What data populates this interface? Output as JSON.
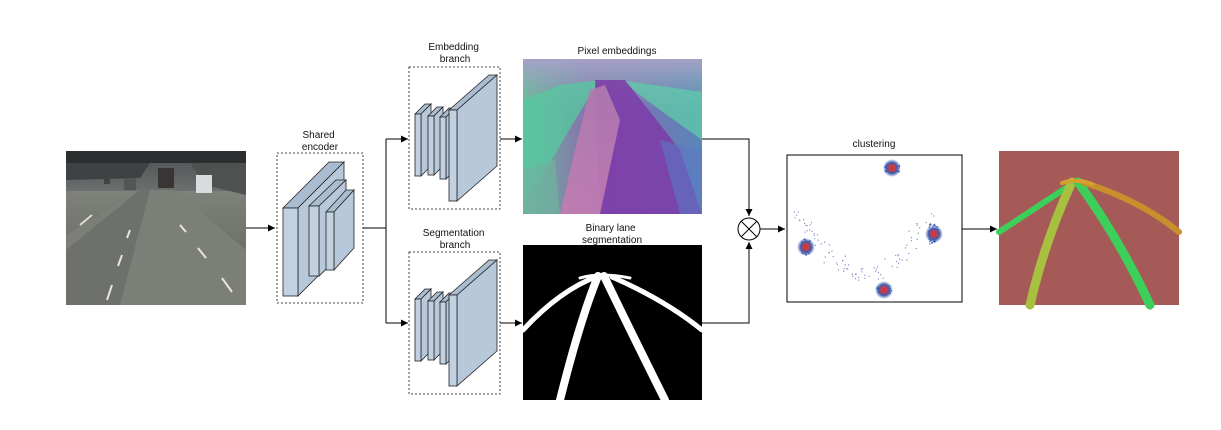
{
  "diagram": {
    "labels": {
      "shared_encoder": [
        "Shared",
        "encoder"
      ],
      "embedding_branch": [
        "Embedding",
        "branch"
      ],
      "segmentation_branch": [
        "Segmentation",
        "branch"
      ],
      "pixel_embeddings": "Pixel embeddings",
      "binary_lane_segmentation": [
        "Binary lane",
        "segmentation"
      ],
      "clustering": "clustering"
    },
    "nodes": [
      {
        "id": "input-image",
        "kind": "photo",
        "description_icon": "road-photo"
      },
      {
        "id": "shared-encoder",
        "kind": "cnn-block"
      },
      {
        "id": "embedding-branch",
        "kind": "cnn-block"
      },
      {
        "id": "segmentation-branch",
        "kind": "cnn-block"
      },
      {
        "id": "pixel-embeddings",
        "kind": "image"
      },
      {
        "id": "binary-lane-segmentation",
        "kind": "image"
      },
      {
        "id": "combine",
        "kind": "operator",
        "symbol": "⊗"
      },
      {
        "id": "clustering",
        "kind": "scatter"
      },
      {
        "id": "output-lanes",
        "kind": "image"
      }
    ],
    "edges": [
      {
        "from": "input-image",
        "to": "shared-encoder"
      },
      {
        "from": "shared-encoder",
        "to": "embedding-branch"
      },
      {
        "from": "shared-encoder",
        "to": "segmentation-branch"
      },
      {
        "from": "embedding-branch",
        "to": "pixel-embeddings"
      },
      {
        "from": "segmentation-branch",
        "to": "binary-lane-segmentation"
      },
      {
        "from": "pixel-embeddings",
        "to": "combine"
      },
      {
        "from": "binary-lane-segmentation",
        "to": "combine"
      },
      {
        "from": "combine",
        "to": "clustering"
      },
      {
        "from": "clustering",
        "to": "output-lanes"
      }
    ],
    "colors": {
      "layer_fill": "#c2d1e2",
      "layer_stroke": "#222222",
      "output_background": "#a65a57",
      "lane_green": "#3ccf5a",
      "lane_olive": "#a8c040",
      "cluster_blue": "#3a5ab0",
      "cluster_red": "#d03030"
    }
  }
}
